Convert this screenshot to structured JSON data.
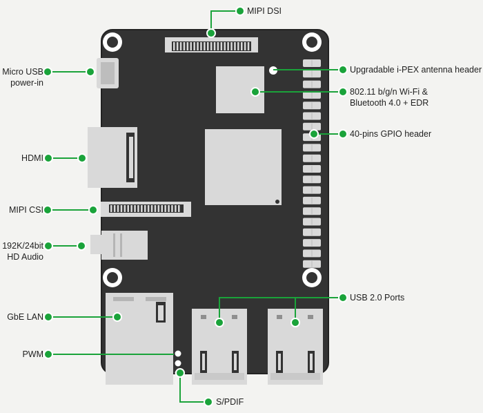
{
  "colors": {
    "background": "#f3f3f1",
    "board": "#333333",
    "board_edge": "#222222",
    "component": "#d9d9d9",
    "component_dark": "#b9b9b9",
    "callout": "#1aa33a",
    "callout_ring": "#ffffff"
  },
  "labels": {
    "mipi_dsi": "MIPI DSI",
    "micro_usb_line1": "Micro USB",
    "micro_usb_line2": "power-in",
    "hdmi": "HDMI",
    "mipi_csi": "MIPI CSI",
    "audio_line1": "192K/24bit",
    "audio_line2": "HD Audio",
    "lan": "GbE LAN",
    "pwm": "PWM",
    "spdif": "S/PDIF",
    "antenna": "Upgradable i-PEX antenna header",
    "wifi_line1": "802.11 b/g/n Wi-Fi &",
    "wifi_line2": "Bluetooth 4.0 + EDR",
    "gpio": "40-pins GPIO header",
    "usb": "USB 2.0 Ports"
  }
}
